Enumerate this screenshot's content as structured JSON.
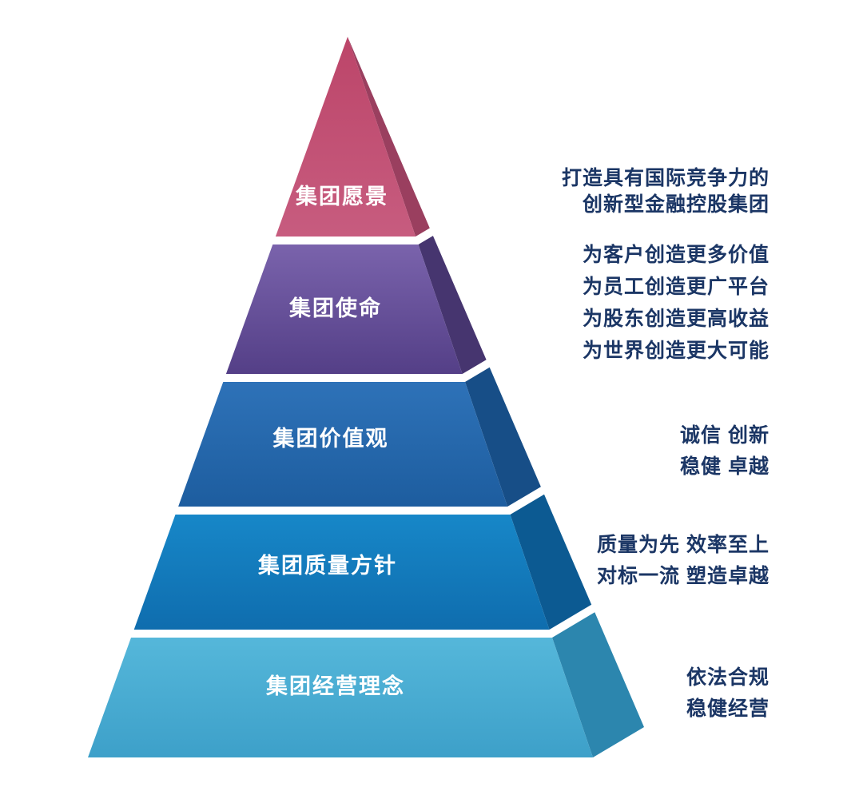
{
  "diagram": {
    "title": "corporate-culture-pyramid",
    "text_color": "#1b3665",
    "label_color": "#ffffff",
    "levels": [
      {
        "label": "集团愿景",
        "desc_lines": [
          "打造具有国际竞争力的",
          "创新型金融控股集团"
        ],
        "color_top": "#bc4569",
        "color_bottom": "#c75c7f",
        "color_side": "#9a3f5f"
      },
      {
        "label": "集团使命",
        "desc_lines": [
          "为客户创造更多价值",
          "为员工创造更广平台",
          "为股东创造更高收益",
          "为世界创造更大可能"
        ],
        "color_top": "#7a63ac",
        "color_bottom": "#543f87",
        "color_side": "#46356f"
      },
      {
        "label": "集团价值观",
        "desc_lines": [
          "诚信 创新",
          "稳健 卓越"
        ],
        "color_top": "#2e72b8",
        "color_bottom": "#1d5d9f",
        "color_side": "#174e87"
      },
      {
        "label": "集团质量方针",
        "desc_lines": [
          "质量为先 效率至上",
          "对标一流 塑造卓越"
        ],
        "color_top": "#1787c8",
        "color_bottom": "#0f6dae",
        "color_side": "#0c5a92"
      },
      {
        "label": "集团经营理念",
        "desc_lines": [
          "依法合规",
          "稳健经营"
        ],
        "color_top": "#55b7da",
        "color_bottom": "#3da0c9",
        "color_side": "#2c86ae"
      }
    ]
  }
}
